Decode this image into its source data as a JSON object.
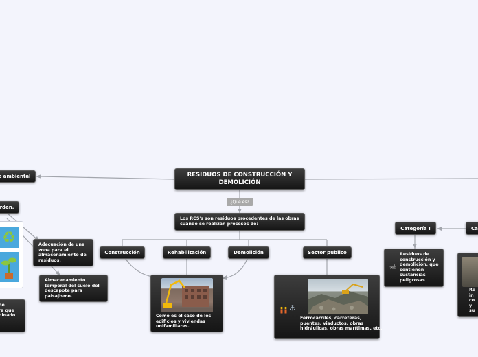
{
  "root": {
    "title": "RESIDUOS DE CONSTRUCCIÓN Y DEMOLICIÓN"
  },
  "question_tag": "¿Que es?",
  "definition": "Los RCS's son residuos procedentes de las obras cuando se realizan procesos de:",
  "processes": [
    "Construcción",
    "Rehabilitación",
    "Demolición",
    "Sector publico"
  ],
  "rehab_caption": "Como es el caso de los edificios y viviendas unifamiliares.",
  "public_caption": "Ferrocarriles, carreteras, puentes, viaductos, obras hidráulicas, obras marítimas, etc.",
  "left": {
    "ambiental_label": "o ambiental",
    "orden_label": "rden.",
    "adecuacion": "Adecuación de una zona para el almacenamiento de residuos.",
    "almacenamiento": "Almacenamiento temporal del suelo del descapote para paisajismo.",
    "bottom_text": "de\nra que\nninado"
  },
  "right": {
    "categoria_label": "Categoría I",
    "categoria_cut_label": "Ca",
    "categoria_text": "Residuos de construcción y demolición, que contienen sustancias peligrosas",
    "cut_text": "Re\nin\nco\ny\nsu"
  },
  "icons": [
    "recycle-icon",
    "plant-icon",
    "skull-icon",
    "workers-icon",
    "anchor-icon",
    "excavator-photo",
    "rubble-photo"
  ],
  "colors": {
    "node_dark": "#1c1c1c",
    "background": "#f3f4fc",
    "connector": "#a3a6ad",
    "tag": "#a9a9a9",
    "accent_blue": "#4aa8dd",
    "accent_green": "#8cc63f"
  }
}
